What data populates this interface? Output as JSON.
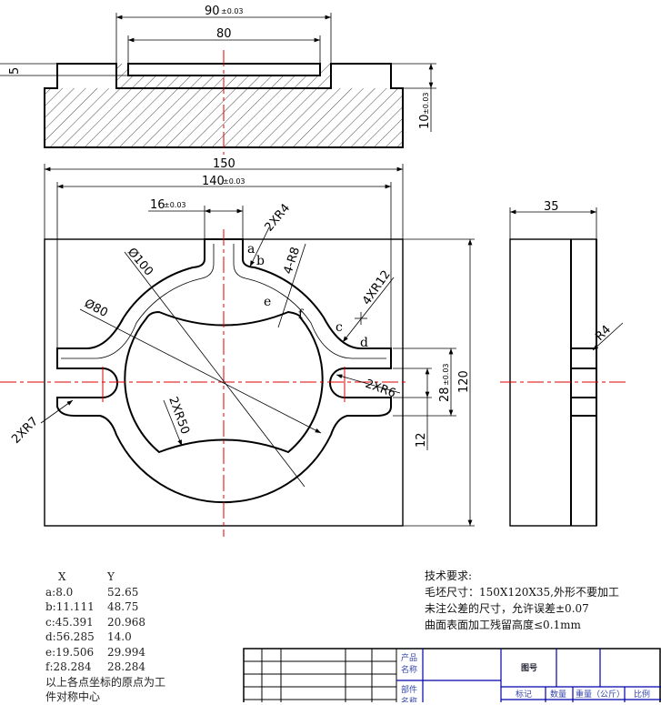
{
  "top_view": {
    "dim_90": "90",
    "dim_90_tol": "±0.03",
    "dim_80": "80",
    "dim_5": "5",
    "dim_10": "10",
    "dim_10_tol": "±0.03"
  },
  "front_view": {
    "dim_150": "150",
    "dim_140": "140",
    "dim_140_tol": "±0.03",
    "dim_16": "16",
    "dim_16_tol": "±0.03",
    "dim_120": "120",
    "dim_28": "28",
    "dim_28_tol": "±0.03",
    "dim_12": "12",
    "r_2xr4": "2XR4",
    "r_4r8": "4-R8",
    "r_4xr12": "4XR12",
    "r_2xr6": "2XR6",
    "r_2xr50": "2XR50",
    "r_2xr7": "2XR7",
    "d_100": "Ø100",
    "d_80": "Ø80",
    "points": {
      "a": "a",
      "b": "b",
      "c": "c",
      "d": "d",
      "e": "e",
      "f": "f"
    }
  },
  "side_view": {
    "dim_35": "35",
    "r4": "R4"
  },
  "coordinates": {
    "header": {
      "x": "X",
      "y": "Y"
    },
    "rows": [
      {
        "x": "a:8.0",
        "y": "52.65"
      },
      {
        "x": "b:11.111",
        "y": "48.75"
      },
      {
        "x": "c:45.391",
        "y": "20.968"
      },
      {
        "x": "d:56.285",
        "y": "14.0"
      },
      {
        "x": "e:19.506",
        "y": "29.994"
      },
      {
        "x": "f:28.284",
        "y": "28.284"
      }
    ],
    "note_line1": "以上各点坐标的原点为工",
    "note_line2": "件对称中心"
  },
  "tech_requirements": {
    "title": "技术要求:",
    "lines": [
      "毛坯尺寸：150X120X35,外形不要加工",
      "未注公差的尺寸，允许误差±0.07",
      "曲面表面加工残留高度≤0.1mm"
    ]
  },
  "title_block": {
    "product_name_1": "产品",
    "product_name_2": "名称",
    "part_name_1": "部件",
    "part_name_2": "名称",
    "drawing_no": "图号",
    "mark": "标记",
    "quantity": "数量",
    "weight": "重量（公斤）",
    "scale": "比例"
  },
  "colors": {
    "centerline": "#dd0000",
    "title_block": "#0000aa"
  }
}
